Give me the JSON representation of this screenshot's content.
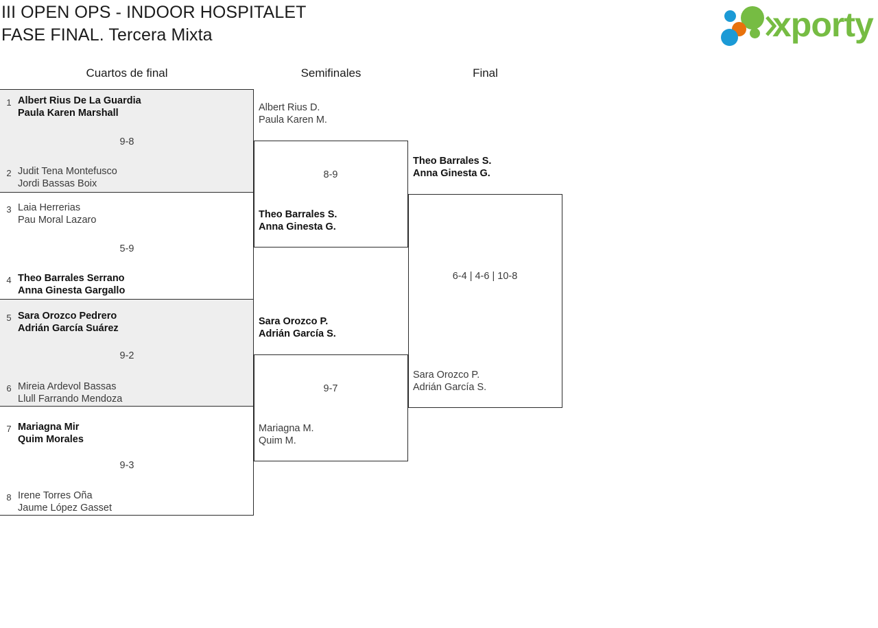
{
  "header": {
    "title_line1": "III OPEN OPS - INDOOR HOSPITALET",
    "title_line2": "FASE FINAL. Tercera Mixta",
    "logo_text": "xporty",
    "logo_colors": {
      "green": "#76bc43",
      "blue": "#1b9ad6",
      "orange": "#e8720c"
    }
  },
  "rounds": [
    {
      "label": "Cuartos de final"
    },
    {
      "label": "Semifinales"
    },
    {
      "label": "Final"
    }
  ],
  "quarterfinals": [
    {
      "top": {
        "seed": "1",
        "player1": "Albert Rius De La Guardia",
        "player2": "Paula Karen Marshall",
        "winner": true
      },
      "bottom": {
        "seed": "2",
        "player1": "Judit Tena Montefusco",
        "player2": "Jordi Bassas Boix",
        "winner": false
      },
      "score": "9-8"
    },
    {
      "top": {
        "seed": "3",
        "player1": "Laia Herrerias",
        "player2": "Pau Moral Lazaro",
        "winner": false
      },
      "bottom": {
        "seed": "4",
        "player1": "Theo Barrales Serrano",
        "player2": "Anna Ginesta Gargallo",
        "winner": true
      },
      "score": "5-9"
    },
    {
      "top": {
        "seed": "5",
        "player1": "Sara Orozco Pedrero",
        "player2": "Adrián García Suárez",
        "winner": true
      },
      "bottom": {
        "seed": "6",
        "player1": "Mireia Ardevol Bassas",
        "player2": "Llull Farrando Mendoza",
        "winner": false
      },
      "score": "9-2"
    },
    {
      "top": {
        "seed": "7",
        "player1": "Mariagna Mir",
        "player2": "Quim Morales",
        "winner": true
      },
      "bottom": {
        "seed": "8",
        "player1": "Irene Torres Oña",
        "player2": "Jaume López Gasset",
        "winner": false
      },
      "score": "9-3"
    }
  ],
  "semifinals": [
    {
      "top": {
        "player1": "Albert Rius D.",
        "player2": "Paula Karen M.",
        "winner": false
      },
      "bottom": {
        "player1": "Theo Barrales S.",
        "player2": "Anna Ginesta G.",
        "winner": true
      },
      "score": "8-9"
    },
    {
      "top": {
        "player1": "Sara Orozco P.",
        "player2": "Adrián García S.",
        "winner": true
      },
      "bottom": {
        "player1": "Mariagna M.",
        "player2": "Quim M.",
        "winner": false
      },
      "score": "9-7"
    }
  ],
  "final": {
    "top": {
      "player1": "Theo Barrales S.",
      "player2": "Anna Ginesta G.",
      "winner": true
    },
    "bottom": {
      "player1": "Sara Orozco P.",
      "player2": "Adrián García S.",
      "winner": false
    },
    "score": "6-4 | 4-6 | 10-8"
  }
}
